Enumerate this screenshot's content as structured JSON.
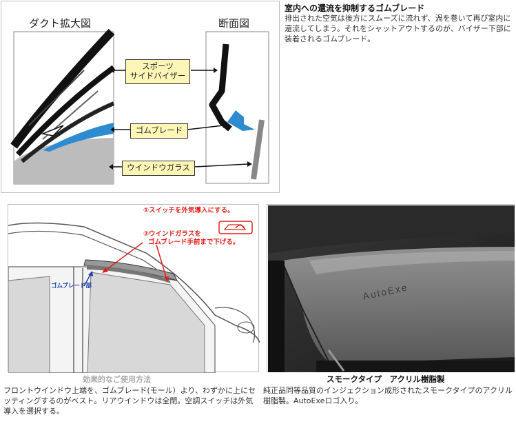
{
  "top_panel": {
    "duct_title": "ダクト拡大図",
    "section_title": "断面図",
    "callouts": [
      "スポーツ\nサイドバイザー",
      "ゴムブレード",
      "ウインドウガラス"
    ]
  },
  "right_text": {
    "heading": "室内への還流を抑制するゴムブレード",
    "body": "排出された空気は後方にスムーズに流れず、渦を巻いて再び室内に還流してしまう。それをシャットアウトするのが、バイザー下部に装着されるゴムブレード。"
  },
  "usage_panel": {
    "step1": "①スイッチを外気導入にする。",
    "step2_line1": "②ウインドガラスを",
    "step2_line2": "ゴムブレード手前まで下げる。",
    "blade_label": "ゴムブレード部",
    "caption": "効果的なご使用方法"
  },
  "photo_panel": {
    "logo_text": "AutoExe",
    "caption": "スモークタイプ　アクリル樹脂製"
  },
  "bottom_text": {
    "left": "フロントウインドウ上端を、ゴムブレード(モール）より、わずかに上にセッティングするのがベスト。リアウインドウは全閉。空調スイッチは外気導入を選択する。",
    "right": "純正品同等品質のインジェクション成形されたスモークタイプのアクリル樹脂製。AutoExeロゴ入り。"
  },
  "colors": {
    "accent_blue": "#2e8bd0",
    "callout_fill": "#fdf6b6",
    "red_label": "#e02018"
  }
}
